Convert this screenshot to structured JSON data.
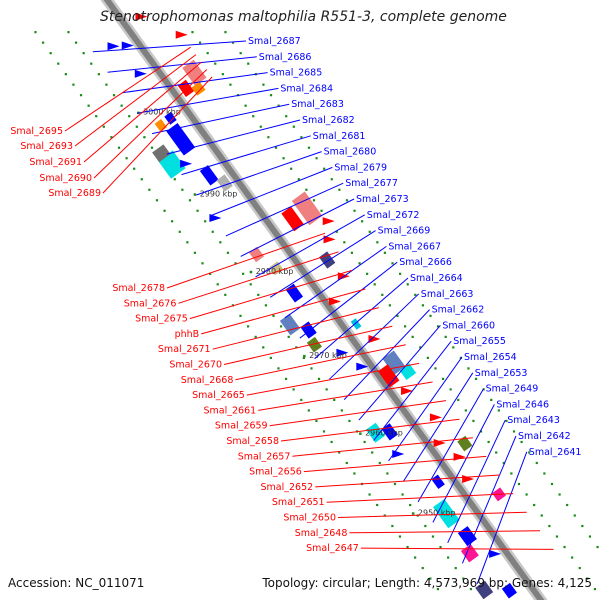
{
  "title": "Stenotrophomonas maltophilia R551-3, complete genome",
  "accession": "Accession: NC_011071",
  "topology": "Topology: circular; Length: 4,573,969 bp; Genes: 4,125",
  "colors": {
    "forward_label": "#ff0000",
    "reverse_label": "#0000ff",
    "scale_label": "#333333",
    "backbone": "#808080",
    "backbone_edge": "#c8c8c8",
    "tick_dot": "#1a8a1a"
  },
  "scale_labels": [
    "3000 kbp",
    "2990 kbp",
    "2980 kbp",
    "2970 kbp",
    "2960 kbp",
    "2950 kbp"
  ],
  "reverse_genes": [
    "Smal_2687",
    "Smal_2686",
    "Smal_2685",
    "Smal_2684",
    "Smal_2683",
    "Smal_2682",
    "Smal_2681",
    "Smal_2680",
    "Smal_2679",
    "Smal_2677",
    "Smal_2673",
    "Smal_2672",
    "Smal_2669",
    "Smal_2667",
    "Smal_2666",
    "Smal_2664",
    "Smal_2663",
    "Smal_2662",
    "Smal_2660",
    "Smal_2655",
    "Smal_2654",
    "Smal_2653",
    "Smal_2649",
    "Smal_2646",
    "Smal_2643",
    "Smal_2642",
    "Smal_2641"
  ],
  "forward_genes_top": [
    "Smal_2695",
    "Smal_2693",
    "Smal_2691",
    "Smal_2690",
    "Smal_2689"
  ],
  "forward_genes_bottom": [
    "Smal_2678",
    "Smal_2676",
    "Smal_2675",
    "phhB",
    "Smal_2671",
    "Smal_2670",
    "Smal_2668",
    "Smal_2665",
    "Smal_2661",
    "Smal_2659",
    "Smal_2658",
    "Smal_2657",
    "Smal_2656",
    "Smal_2652",
    "Smal_2651",
    "Smal_2650",
    "Smal_2648",
    "Smal_2647"
  ]
}
